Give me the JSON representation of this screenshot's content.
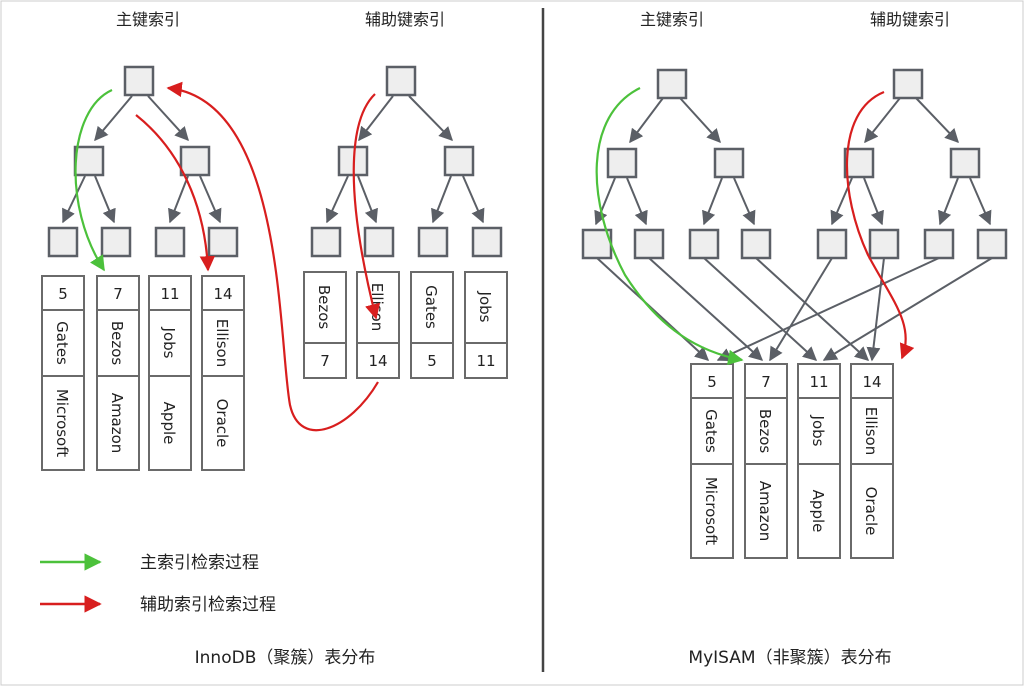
{
  "innodb": {
    "primary_title": "主键索引",
    "secondary_title": "辅助键索引",
    "caption": "InnoDB（聚簇）表分布",
    "clustered_rows": [
      [
        "5",
        "Gates",
        "Microsoft"
      ],
      [
        "7",
        "Bezos",
        "Amazon"
      ],
      [
        "11",
        "Jobs",
        "Apple"
      ],
      [
        "14",
        "Ellison",
        "Oracle"
      ]
    ],
    "secondary_rows": [
      [
        "Bezos",
        "7"
      ],
      [
        "Ellison",
        "14"
      ],
      [
        "Gates",
        "5"
      ],
      [
        "Jobs",
        "11"
      ]
    ]
  },
  "myisam": {
    "primary_title": "主键索引",
    "secondary_title": "辅助键索引",
    "caption": "MyISAM（非聚簇）表分布",
    "data_rows": [
      [
        "5",
        "Gates",
        "Microsoft"
      ],
      [
        "7",
        "Bezos",
        "Amazon"
      ],
      [
        "11",
        "Jobs",
        "Apple"
      ],
      [
        "14",
        "Ellison",
        "Oracle"
      ]
    ]
  },
  "legend": {
    "primary_label": "主索引检索过程",
    "secondary_label": "辅助索引检索过程",
    "primary_color": "#4cc13b",
    "secondary_color": "#d81e1e"
  },
  "colors": {
    "node_fill": "#eeeeee",
    "node_stroke": "#5b5f66",
    "edge": "#5b5f66",
    "cell_stroke": "#6a6a6a",
    "divider": "#444444"
  }
}
